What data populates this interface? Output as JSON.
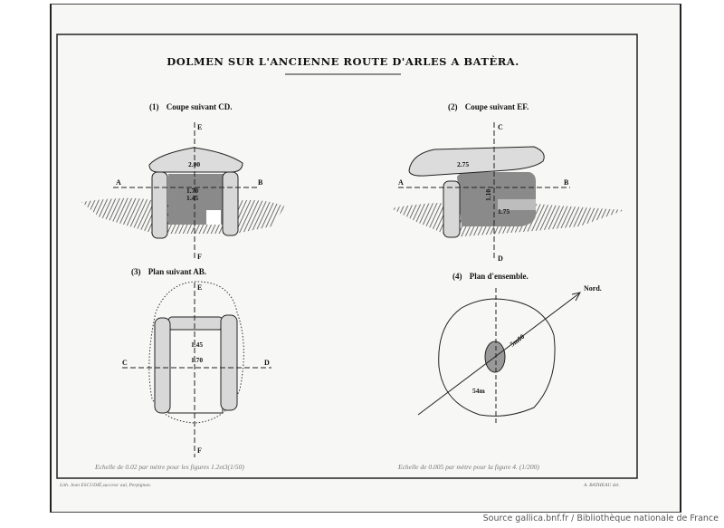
{
  "title": "DOLMEN SUR L'ANCIENNE ROUTE D'ARLES A BATÈRA.",
  "figures": [
    {
      "number": "(1)",
      "caption": "Coupe suivant CD.",
      "axis_labels": {
        "left": "A",
        "right": "B",
        "top": "E",
        "bottom": "F"
      },
      "dimensions": [
        "2.00",
        "1.70",
        "1.45"
      ]
    },
    {
      "number": "(2)",
      "caption": "Coupe suivant EF.",
      "axis_labels": {
        "left": "A",
        "right": "B",
        "top": "C",
        "bottom": "D"
      },
      "dimensions": [
        "2.75",
        "1.10",
        "1.75"
      ]
    },
    {
      "number": "(3)",
      "caption": "Plan suivant AB.",
      "axis_labels": {
        "left": "C",
        "right": "D",
        "top": "E",
        "bottom": "F"
      },
      "dimensions": [
        "1.45",
        "1.70"
      ]
    },
    {
      "number": "(4)",
      "caption": "Plan d'ensemble.",
      "north_label": "Nord.",
      "dimensions": [
        "5m00",
        "54m"
      ]
    }
  ],
  "scales": [
    "Echelle de 0.02 par mètre pour les figures 1.2et3(1/50)",
    "Echelle de 0.005 par mètre pour la figure 4. (1/200)"
  ],
  "credits": {
    "left": "Lith. Jean ESCUDIÉ,successʳ aul, Perpignan.",
    "right": "A. BATHEAU del."
  },
  "source": "Source gallica.bnf.fr / Bibliothèque nationale de France"
}
